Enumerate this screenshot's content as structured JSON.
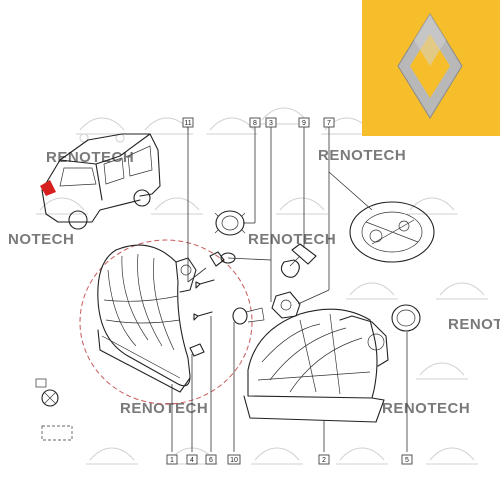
{
  "watermark": {
    "text_full": "RENOTECH",
    "text_cut": "NOTECH"
  },
  "brand": {
    "logo_bg": "#f7be2b",
    "logo_fg": "#a6a6a6"
  },
  "callouts": {
    "c11": "11",
    "c8": "8",
    "c3": "3",
    "c9": "9",
    "c7": "7",
    "c1": "1",
    "c4": "4",
    "c6": "6",
    "c10": "10",
    "c2": "2",
    "c5": "5"
  }
}
